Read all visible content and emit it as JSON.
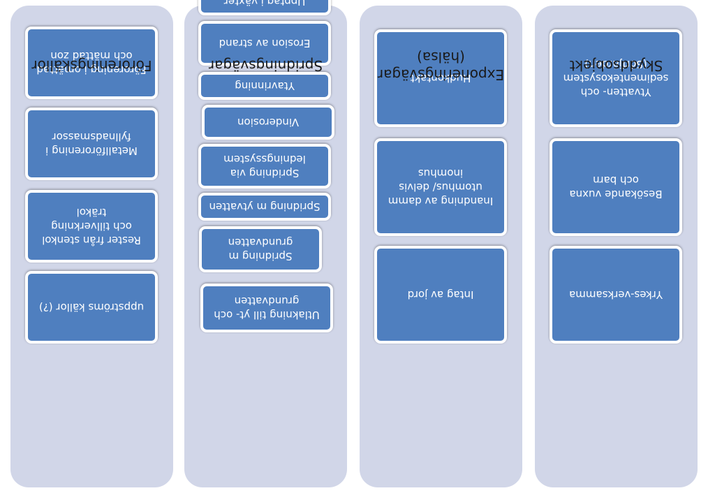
{
  "columns": [
    {
      "title": "Föroreningskällor",
      "boxes": [
        "Förorening i omättad och mättad zon",
        "Metallförorening i fyllnadsmassor",
        "Rester från stenkol och tillverkning träkol",
        "uppströms källor (?)"
      ]
    },
    {
      "title": "Spridningsvägar",
      "boxes": [
        "Upptag i växter",
        "Erosion av strand",
        "Ytavrinning",
        "Vinderosion",
        "Spridning via ledningssystem",
        "Spridning m ytvatten",
        "Spridning m grundvatten",
        "Utlakning till yt- och grundvatten"
      ]
    },
    {
      "title": "Exponeringsvägar (hälsa)",
      "boxes": [
        "Hudkontakt",
        "Inandning av damm utomhus/ delvis inomhus",
        "Intag av jord"
      ]
    },
    {
      "title": "Skyddsobjekt",
      "boxes": [
        "Ytvatten- och sedimentekosystem (Sörfjärden)",
        "Besökande vuxna och barn",
        "Yrkes-verksamma"
      ]
    }
  ]
}
